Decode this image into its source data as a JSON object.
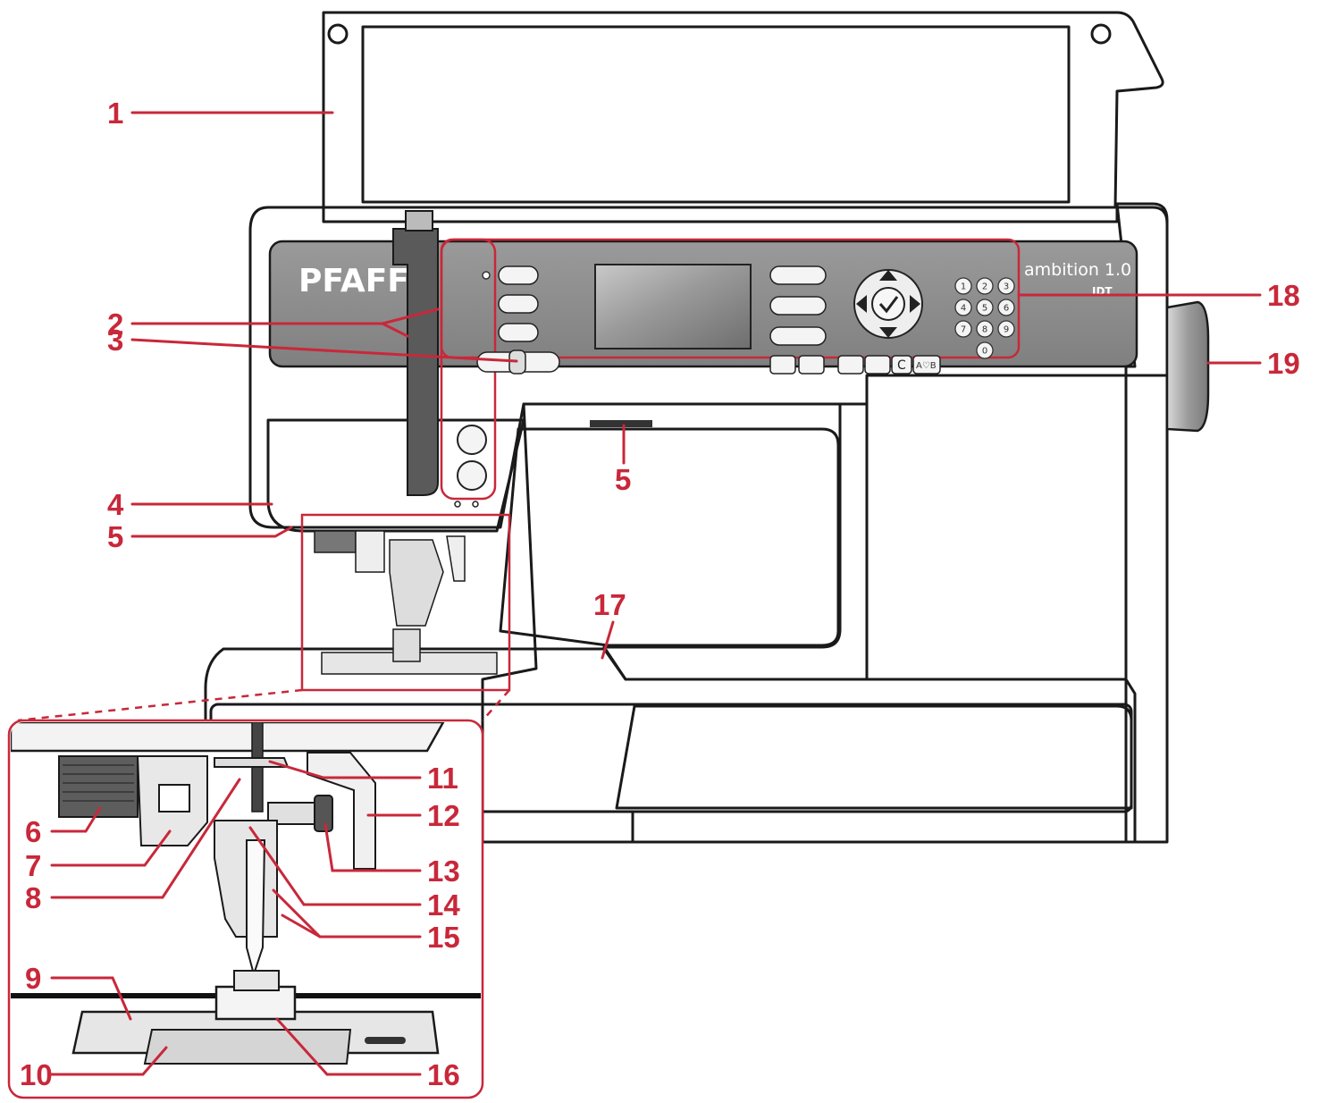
{
  "brand": "PFAFF",
  "model": "ambition 1.0",
  "model_badge": "IDT",
  "keypad": [
    "1",
    "2",
    "3",
    "4",
    "5",
    "6",
    "7",
    "8",
    "9",
    "0"
  ],
  "clear_key": "C",
  "ab_key": "A♡B",
  "colors": {
    "callout": "#c8283a",
    "panel": "#8a8a8a",
    "body": "#f1f1f1",
    "outline": "#1a1a1a"
  },
  "callouts": {
    "c1": "1",
    "c2": "2",
    "c3": "3",
    "c4": "4",
    "c5a": "5",
    "c5b": "5",
    "c6": "6",
    "c7": "7",
    "c8": "8",
    "c9": "9",
    "c10": "10",
    "c11": "11",
    "c12": "12",
    "c13": "13",
    "c14": "14",
    "c15": "15",
    "c16": "16",
    "c17": "17",
    "c18": "18",
    "c19": "19"
  }
}
